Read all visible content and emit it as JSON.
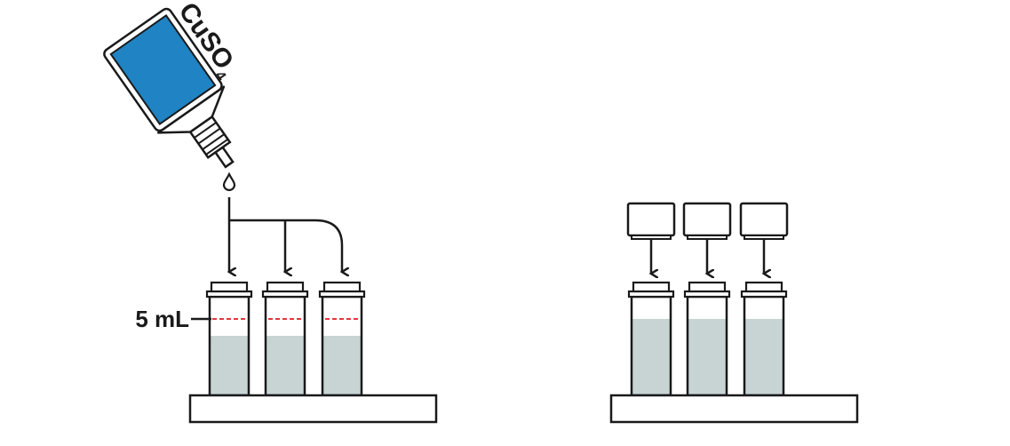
{
  "diagram": {
    "reagent": {
      "label": "CuSO",
      "subscript": "4"
    },
    "volume_mark": "5 mL",
    "colors": {
      "stroke": "#1a1a1a",
      "bottle": "#1f83c4",
      "liquid": "#c8d4d4",
      "fill_line": "#e11b22",
      "background": "#ffffff"
    },
    "icons": {
      "bottle": "dropper-bottle-icon",
      "drop": "droplet-icon",
      "tube": "test-tube-icon",
      "cap": "cap-icon",
      "arrow": "arrow-down-icon"
    }
  }
}
